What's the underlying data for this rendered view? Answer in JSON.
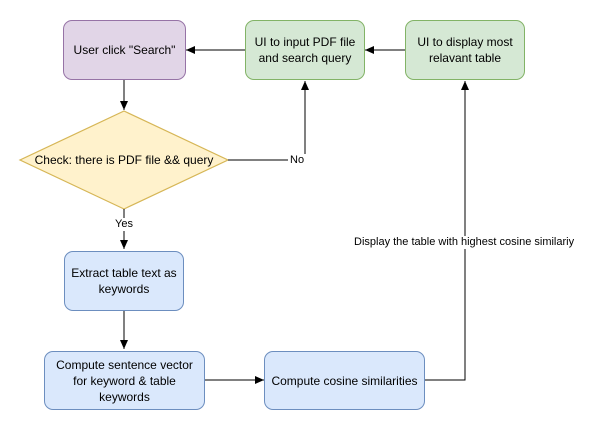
{
  "nodes": {
    "user_click": "User click \"Search\"",
    "ui_input": "UI to input PDF file and search query",
    "ui_display": "UI to display most relavant table",
    "check": "Check: there is PDF file && query",
    "extract": "Extract table text as keywords",
    "compute_vector": "Compute sentence vector for keyword & table keywords",
    "cosine": "Compute cosine similarities"
  },
  "edges": {
    "no_label": "No",
    "yes_label": "Yes",
    "display_label": "Display the table with highest cosine similariy"
  },
  "colors": {
    "purple_fill": "#e1d5e7",
    "purple_stroke": "#9673a6",
    "green_fill": "#d5e8d4",
    "green_stroke": "#82b366",
    "blue_fill": "#dae8fc",
    "blue_stroke": "#6c8ebf",
    "yellow_fill": "#fff2cc",
    "yellow_stroke": "#d6b656"
  }
}
